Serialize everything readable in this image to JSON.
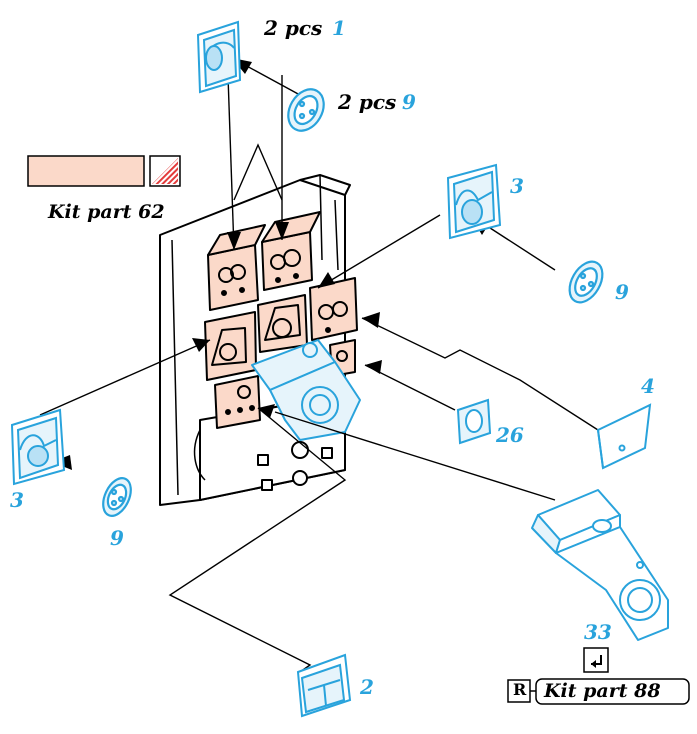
{
  "colors": {
    "part_blue": "#29a3dc",
    "part_blue_fill": "#e6f4fb",
    "paint_pink": "#fbd9c9",
    "paint_red": "#e33b3b",
    "line": "#000000"
  },
  "labels": {
    "top_qty": "2 pcs",
    "top_part": "1",
    "top_wheel_qty": "2 pcs",
    "top_wheel_part": "9",
    "kit_part_top": "Kit part 62",
    "right_decal": "3",
    "right_wheel": "9",
    "left_decal": "3",
    "left_wheel": "9",
    "card_part": "4",
    "small_part": "26",
    "bracket_part": "33",
    "bottom_part": "2",
    "kit_part_bottom": "Kit part 88",
    "registered_mark": "R"
  },
  "icons": {
    "return_symbol": "↵"
  }
}
